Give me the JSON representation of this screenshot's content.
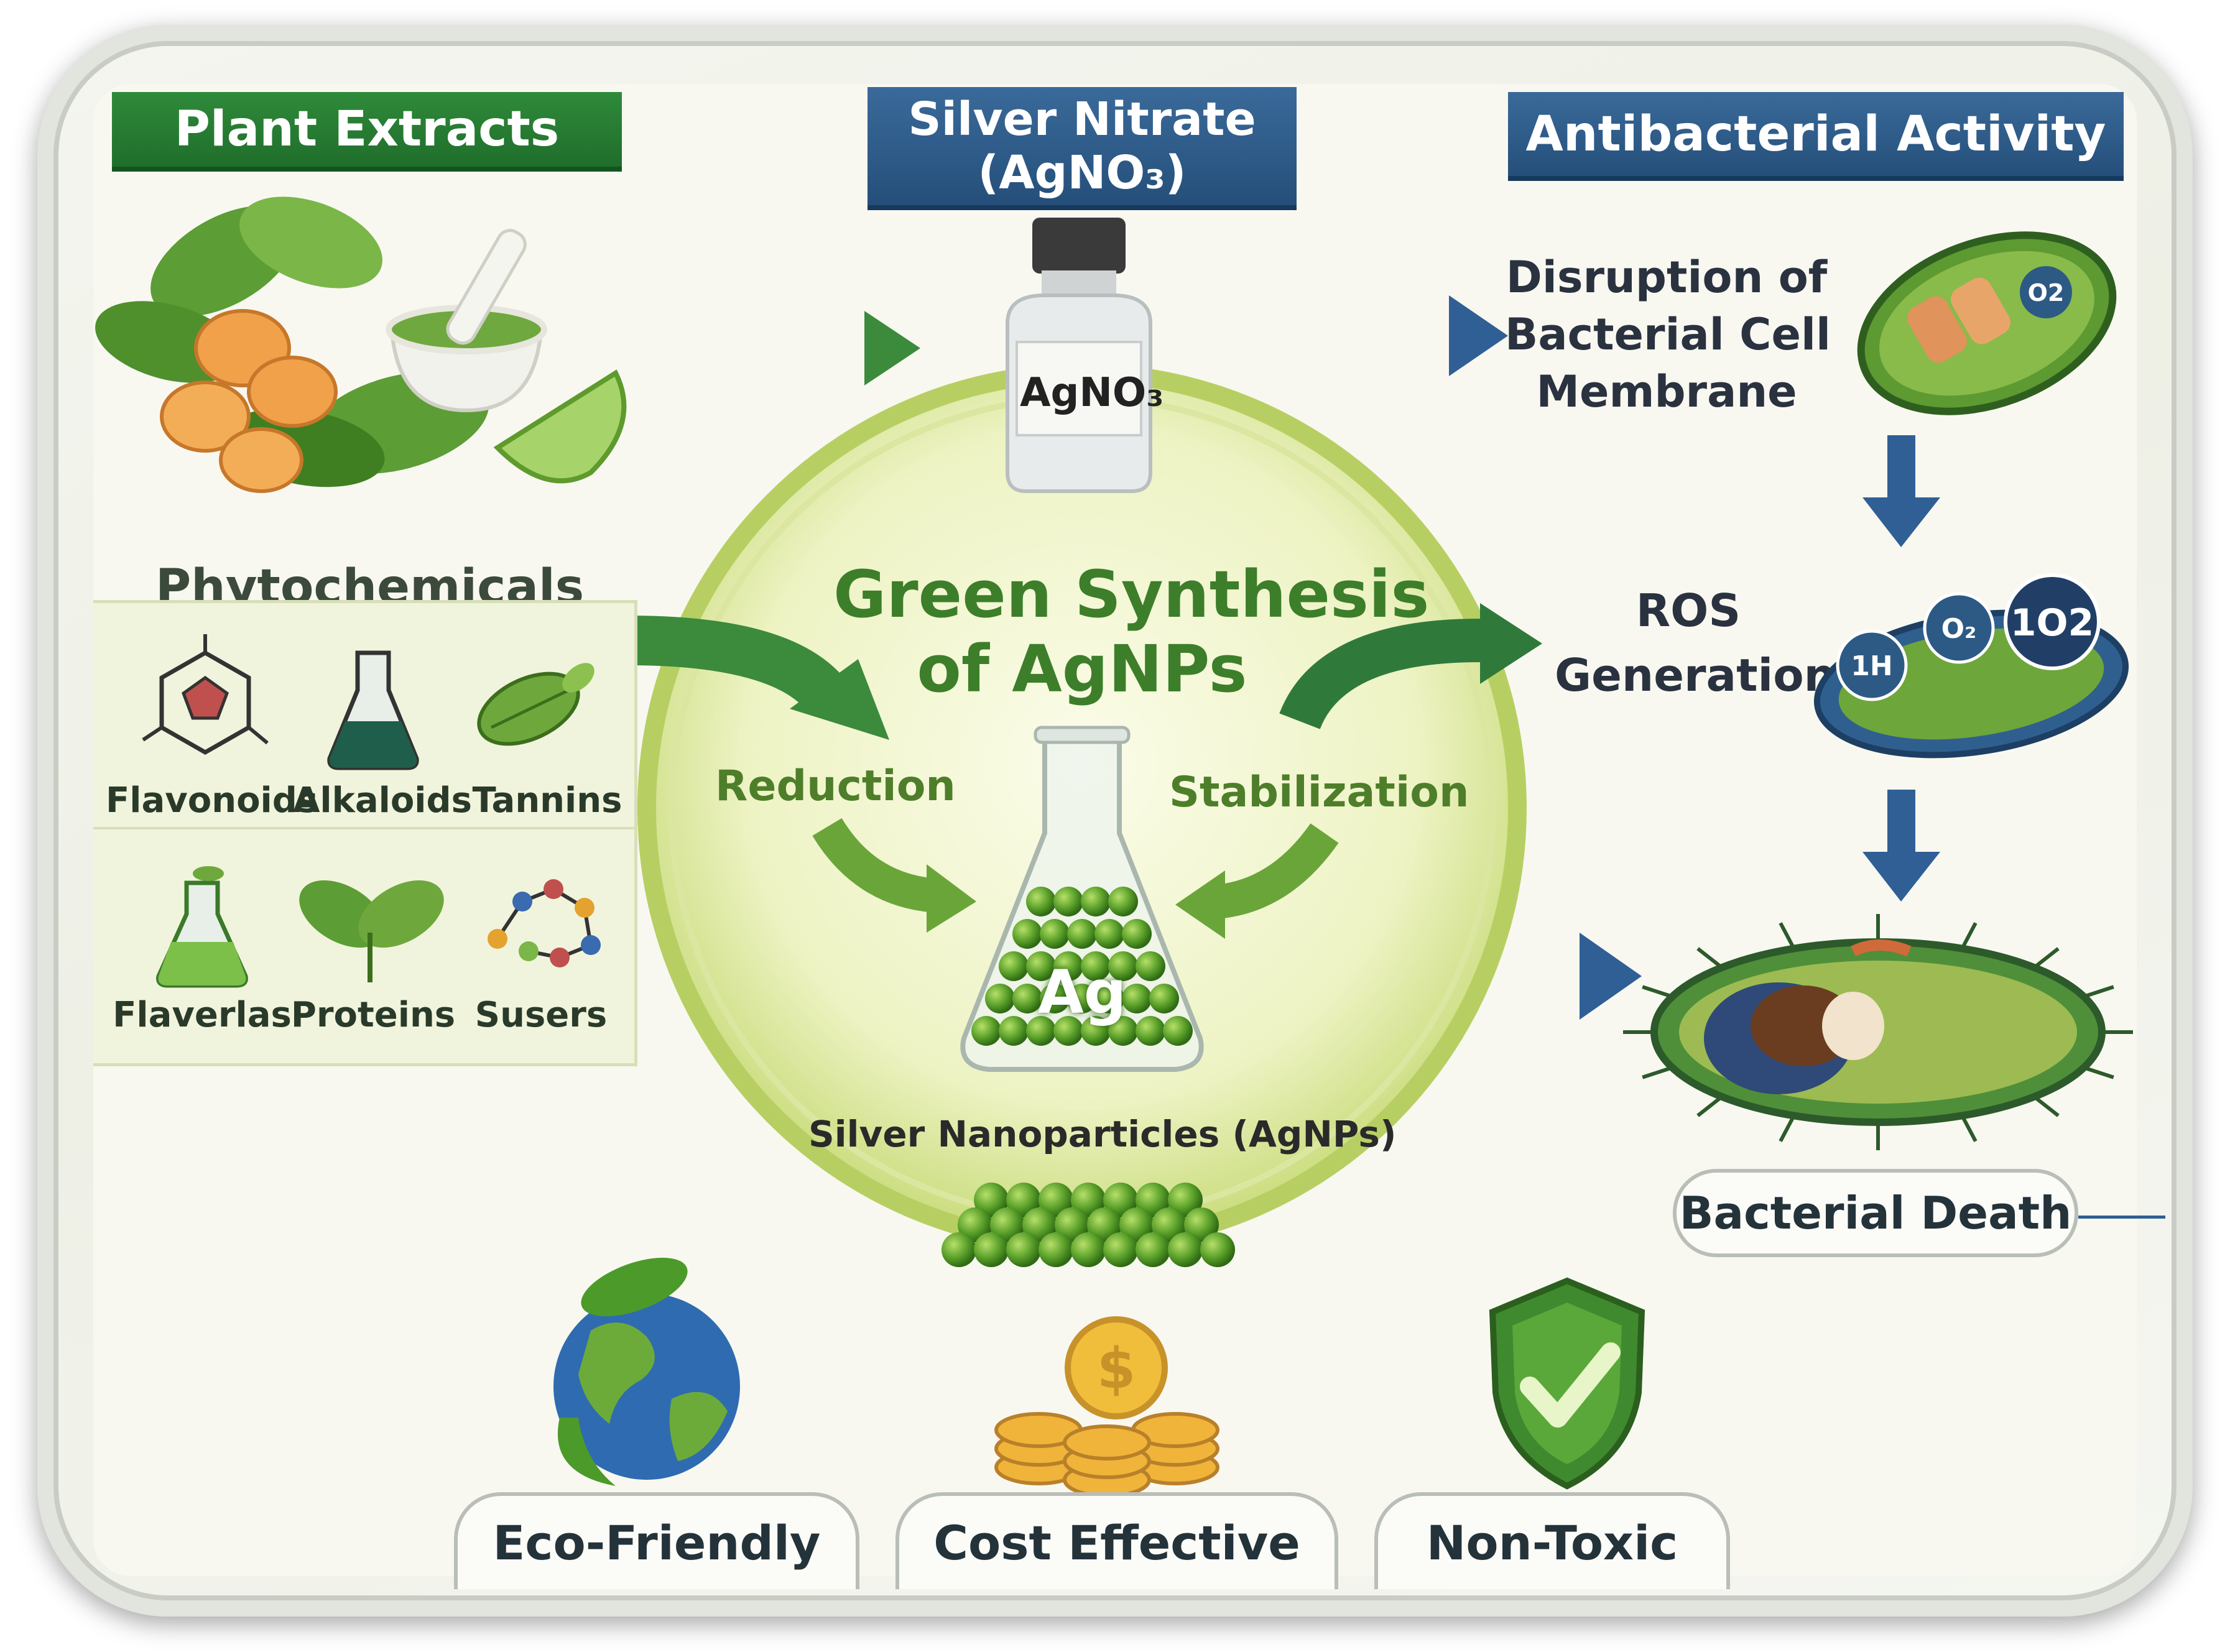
{
  "banners": {
    "plant_extracts": "Plant Extracts",
    "silver_nitrate_line1": "Silver Nitrate",
    "silver_nitrate_line2": "(AgNO₃)",
    "antibacterial": "Antibacterial Activity"
  },
  "bottle_label": "AgNO₃",
  "center": {
    "title_line1": "Green Synthesis",
    "title_line2": "of AgNPs",
    "reduction": "Reduction",
    "stabilization": "Stabilization",
    "flask_label": "Ag",
    "nanoparticles": "Silver Nanoparticles (AgNPs)"
  },
  "phytochemicals": {
    "heading": "Phytochemicals",
    "items": [
      "Flavonoids",
      "Alkaloids",
      "Tannins",
      "Flaverlas",
      "Proteins",
      "Susers"
    ]
  },
  "antibacterial_steps": {
    "membrane_line1": "Disruption of",
    "membrane_line2": "Bacterial Cell",
    "membrane_line3": "Membrane",
    "ros_line1": "ROS",
    "ros_line2": "Generation",
    "ros_bubbles": [
      "1H",
      "O₂",
      "1O2"
    ],
    "membrane_bubble": "O2",
    "death": "Bacterial Death"
  },
  "benefits": [
    "Eco-Friendly",
    "Cost Effective",
    "Non-Toxic"
  ],
  "colors": {
    "green_banner": "#2f8a3a",
    "blue_banner": "#2f5f8f",
    "arrow_green": "#3c8a3c",
    "arrow_blue": "#2f5f95",
    "circle": "#dfe9a8",
    "particle": "#5aa02a"
  }
}
